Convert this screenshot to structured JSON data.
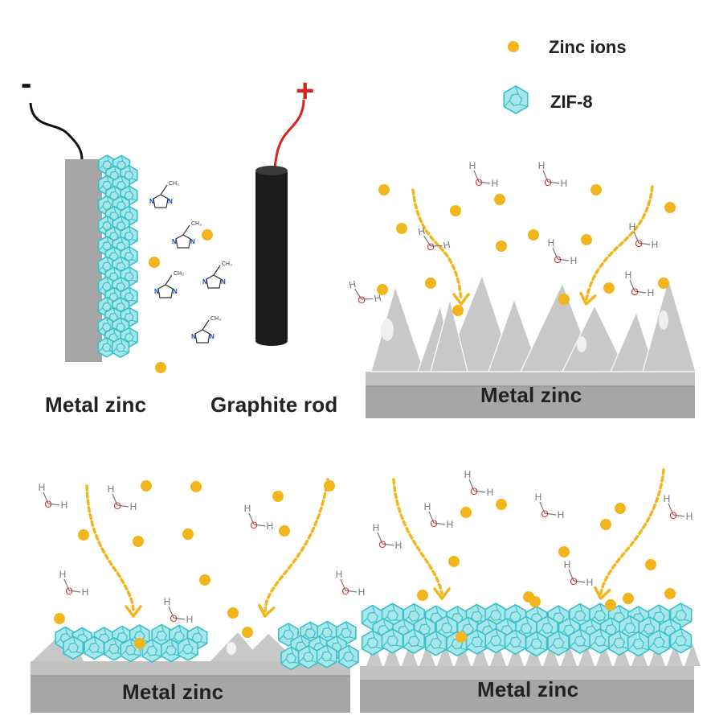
{
  "legend": {
    "zinc_ions": "Zinc ions",
    "zif8": "ZIF-8"
  },
  "setup": {
    "negative_sign": "-",
    "positive_sign": "+",
    "metal_zinc_label": "Metal zinc",
    "graphite_rod_label": "Graphite rod"
  },
  "panels": {
    "top_right_label": "Metal zinc",
    "bottom_left_label": "Metal zinc",
    "bottom_right_label": "Metal zinc"
  },
  "molecule": {
    "oxygen": "O",
    "hydrogen": "H",
    "ligand_sub": "CH₃",
    "ligand_n": "N"
  },
  "colors": {
    "zinc_ion": "#f2b51c",
    "zif8_fill": "#a8e6ea",
    "zif8_stroke": "#35c1cc",
    "metal": "#a6a6a6",
    "metal_top": "#c2c2c2",
    "dendrite": "#c8c8c8",
    "graphite": "#1c1c1c",
    "red_wire": "#d9241c",
    "oxygen": "#e0302a",
    "hydrogen": "#777777",
    "ligand": "#1d44b8"
  },
  "icons": [
    "zinc-ion-dot",
    "zif8-crystal-icon",
    "water-molecule",
    "imidazole-ligand",
    "deposition-arrow"
  ]
}
